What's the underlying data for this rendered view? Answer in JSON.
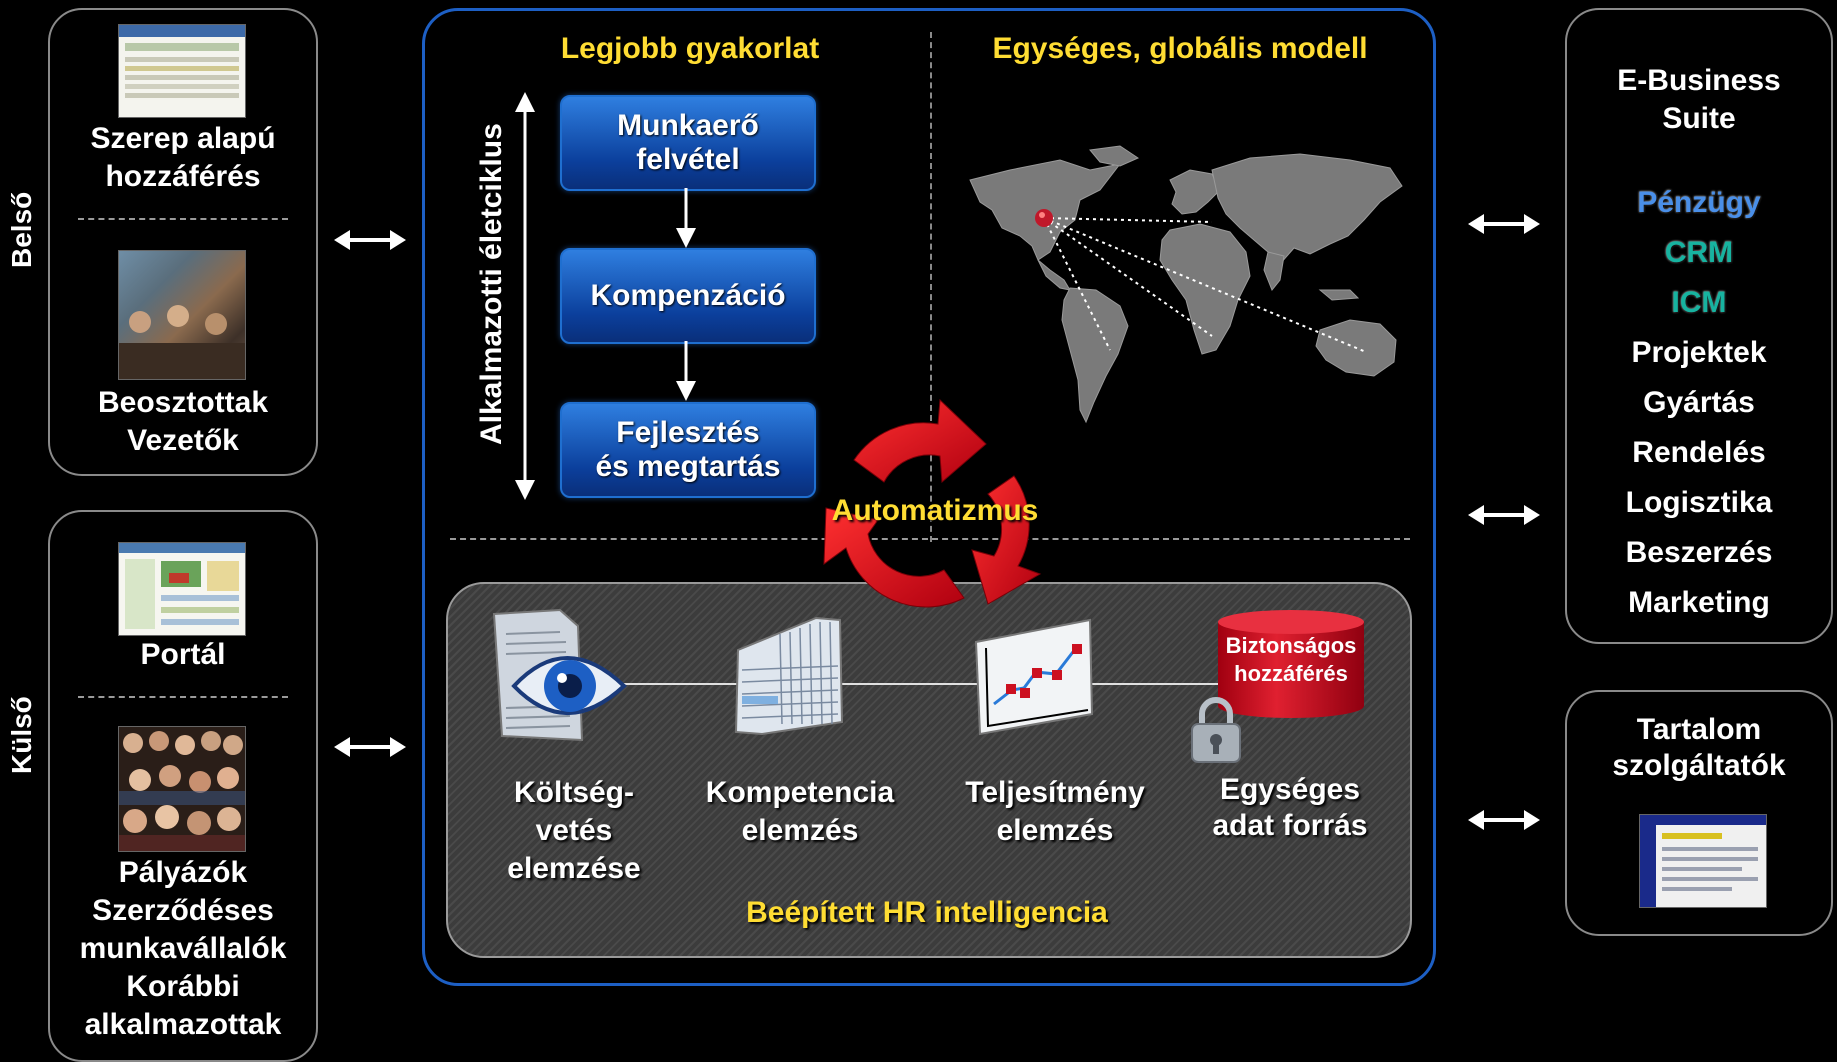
{
  "left": {
    "belso_label": "Belső",
    "kulso_label": "Külső",
    "top_panel": {
      "item1": [
        "Szerep alapú",
        "hozzáférés"
      ],
      "item2": [
        "Beosztottak",
        "Vezetők"
      ]
    },
    "bottom_panel": {
      "item1": "Portál",
      "item2": [
        "Pályázók",
        "Szerződéses",
        "munkavállalók",
        "Korábbi",
        "alkalmazottak"
      ]
    }
  },
  "center": {
    "best_practice_title": "Legjobb gyakorlat",
    "global_model_title": "Egységes, globális modell",
    "lifecycle_label": "Alkalmazotti életciklus",
    "steps": [
      [
        "Munkaerő",
        "felvétel"
      ],
      [
        "Kompenzáció"
      ],
      [
        "Fejlesztés",
        "és megtartás"
      ]
    ],
    "automation_label": "Automatizmus",
    "intelligence": {
      "title": "Beépített HR intelligencia",
      "secure_access": [
        "Biztonságos",
        "hozzáférés"
      ],
      "items": [
        [
          "Költség-",
          "vetés",
          "elemzése"
        ],
        [
          "Kompetencia",
          "elemzés"
        ],
        [
          "Teljesítmény",
          "elemzés"
        ],
        [
          "Egységes",
          "adat forrás"
        ]
      ]
    }
  },
  "right": {
    "ebs_title": [
      "E-Business",
      "Suite"
    ],
    "modules": [
      {
        "label": "Pénzügy",
        "color": "#4a8fe8"
      },
      {
        "label": "CRM",
        "color": "#17b3a0"
      },
      {
        "label": "ICM",
        "color": "#17b3a0"
      },
      {
        "label": "Projektek",
        "color": "#ffffff"
      },
      {
        "label": "Gyártás",
        "color": "#ffffff"
      },
      {
        "label": "Rendelés",
        "color": "#ffffff"
      },
      {
        "label": "Logisztika",
        "color": "#ffffff"
      },
      {
        "label": "Beszerzés",
        "color": "#ffffff"
      },
      {
        "label": "Marketing",
        "color": "#ffffff"
      }
    ],
    "content_title": [
      "Tartalom",
      "szolgáltatók"
    ]
  }
}
